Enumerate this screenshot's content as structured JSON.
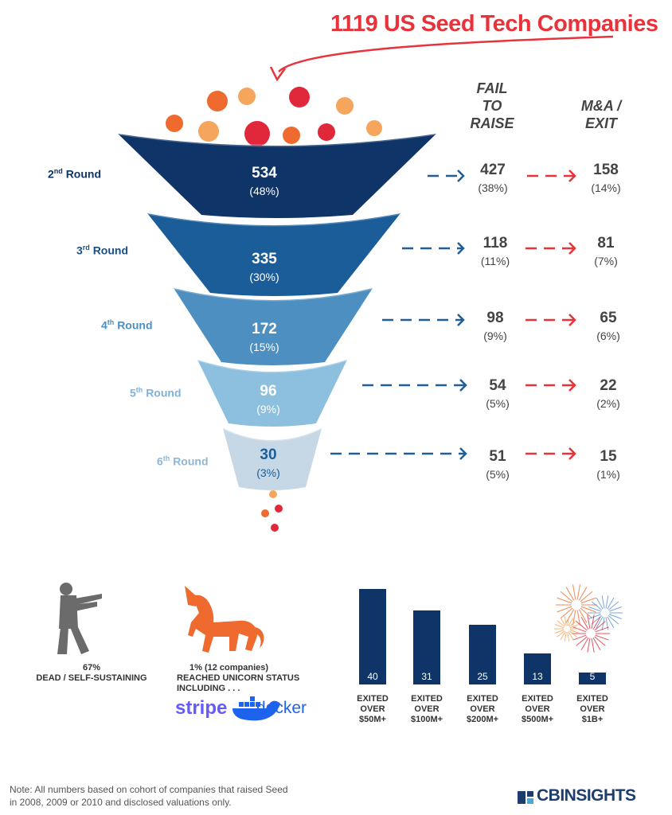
{
  "title": "1119 US Seed Tech Companies",
  "columns": {
    "fail": "FAIL\nTO\nRAISE",
    "exit": "M&A /\nEXIT"
  },
  "colors": {
    "title_red": "#e8333b",
    "arrow_blue": "#1f5f96",
    "arrow_red": "#e8333b",
    "bar_navy": "#0f3468"
  },
  "chart_data": [
    {
      "type": "funnel",
      "title": "1119 US Seed Tech Companies",
      "stages": [
        {
          "round": "2",
          "suffix": "nd",
          "label": "Round",
          "value": 534,
          "pct": "(48%)",
          "fail": 427,
          "fail_pct": "(38%)",
          "exit": 158,
          "exit_pct": "(14%)",
          "color": "#0f3468"
        },
        {
          "round": "3",
          "suffix": "rd",
          "label": "Round",
          "value": 335,
          "pct": "(30%)",
          "fail": 118,
          "fail_pct": "(11%)",
          "exit": 81,
          "exit_pct": "(7%)",
          "color": "#1a5d98"
        },
        {
          "round": "4",
          "suffix": "th",
          "label": "Round",
          "value": 172,
          "pct": "(15%)",
          "fail": 98,
          "fail_pct": "(9%)",
          "exit": 65,
          "exit_pct": "(6%)",
          "color": "#4d8fc0"
        },
        {
          "round": "5",
          "suffix": "th",
          "label": "Round",
          "value": 96,
          "pct": "(9%)",
          "fail": 54,
          "fail_pct": "(5%)",
          "exit": 22,
          "exit_pct": "(2%)",
          "color": "#8cc0de"
        },
        {
          "round": "6",
          "suffix": "th",
          "label": "Round",
          "value": 30,
          "pct": "(3%)",
          "fail": 51,
          "fail_pct": "(5%)",
          "exit": 15,
          "exit_pct": "(1%)",
          "color": "#c6d8e6"
        }
      ]
    },
    {
      "type": "bar",
      "categories": [
        "EXITED OVER $50M+",
        "EXITED OVER $100M+",
        "EXITED OVER $200M+",
        "EXITED OVER $500M+",
        "EXITED OVER $1B+"
      ],
      "label_lines": [
        [
          "EXITED",
          "OVER",
          "$50M+"
        ],
        [
          "EXITED",
          "OVER",
          "$100M+"
        ],
        [
          "EXITED",
          "OVER",
          "$200M+"
        ],
        [
          "EXITED",
          "OVER",
          "$500M+"
        ],
        [
          "EXITED",
          "OVER",
          "$1B+"
        ]
      ],
      "values": [
        40,
        31,
        25,
        13,
        5
      ],
      "ylim": [
        0,
        40
      ],
      "grid": false
    }
  ],
  "dead": {
    "pct": "67%",
    "text": "DEAD / SELF-SUSTAINING",
    "icon": "zombie-icon"
  },
  "unicorn": {
    "line1": "1%  (12 companies)",
    "line2": "REACHED UNICORN STATUS",
    "line3": "INCLUDING . . .",
    "icon": "unicorn-icon"
  },
  "logos": {
    "stripe": "stripe",
    "docker": "docker",
    "cb": "CBINSIGHTS"
  },
  "note": "Note: All numbers based on cohort of companies that raised Seed in 2008, 2009 or 2010 and disclosed valuations only."
}
